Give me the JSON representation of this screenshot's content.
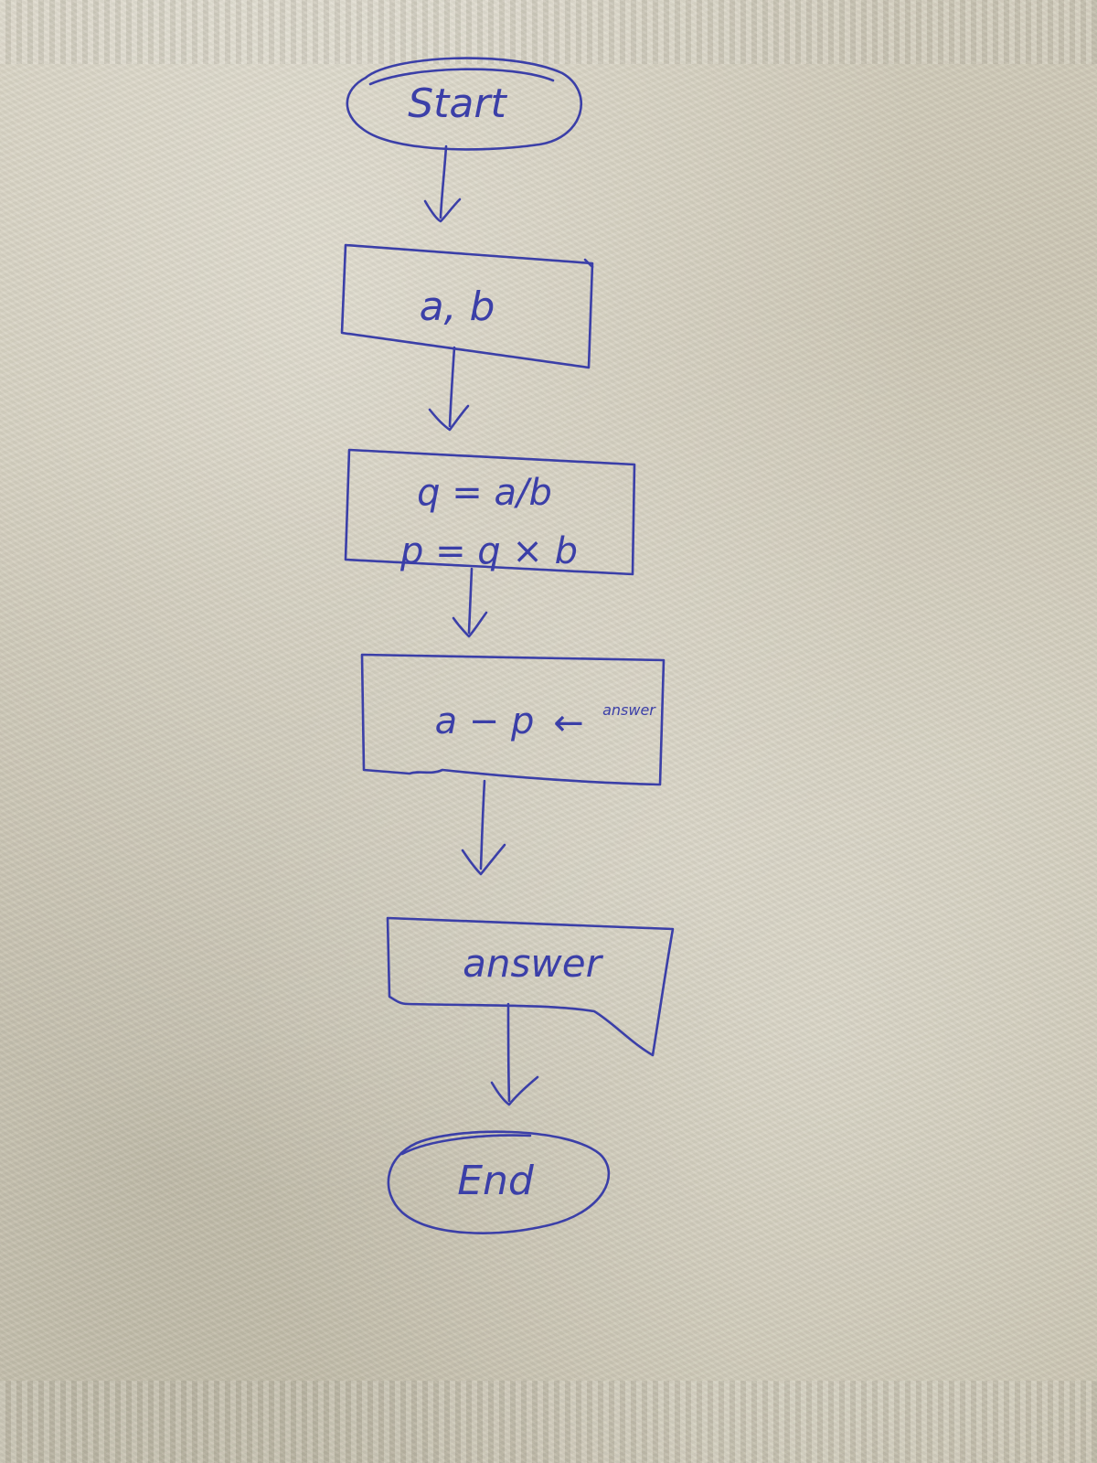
{
  "flowchart": {
    "start": {
      "label": "Start"
    },
    "input": {
      "label": "a, b"
    },
    "process": {
      "line1": "q = a/b",
      "line2": "p = q × b"
    },
    "assign": {
      "expr": "a − p",
      "arrow": "←",
      "target": "answer"
    },
    "output": {
      "label": "answer"
    },
    "end": {
      "label": "End"
    }
  },
  "colors": {
    "ink": "#3b3fa8",
    "paper": "#d3cebd"
  }
}
